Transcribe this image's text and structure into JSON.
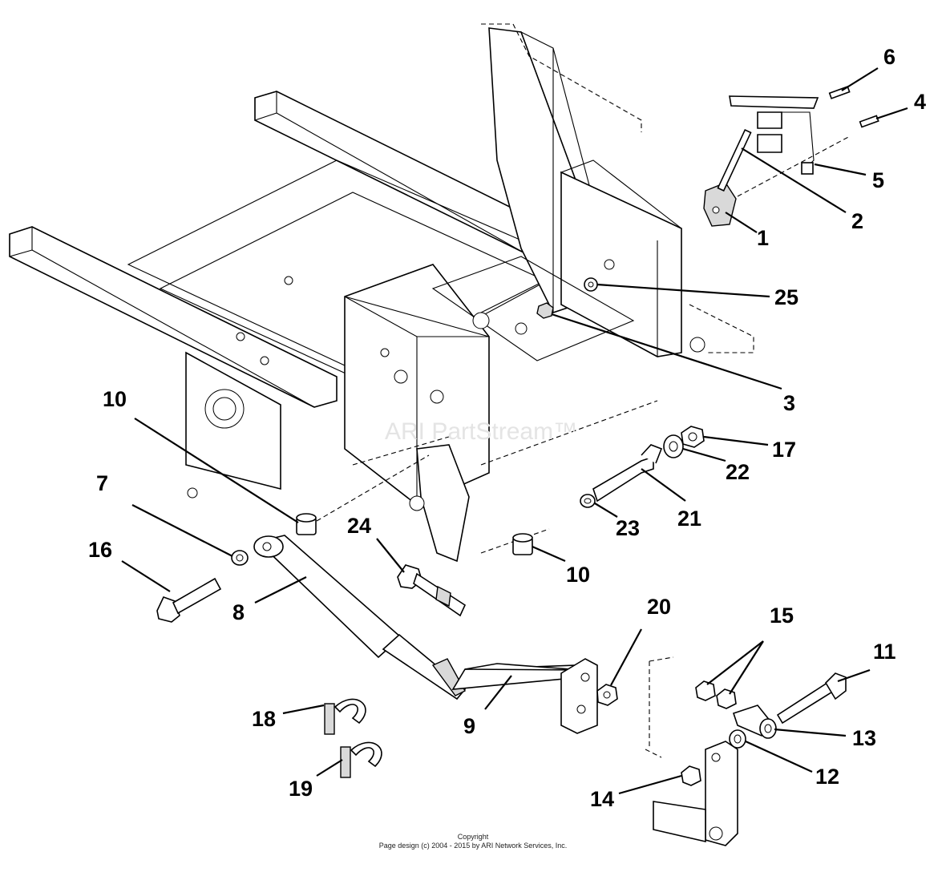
{
  "diagram": {
    "watermark": "ARI PartStream™",
    "copyright_line1": "Copyright",
    "copyright_line2": "Page design (c) 2004 - 2015 by ARI Network Services, Inc.",
    "callouts": [
      {
        "id": "6",
        "label": "6"
      },
      {
        "id": "4",
        "label": "4"
      },
      {
        "id": "5",
        "label": "5"
      },
      {
        "id": "2",
        "label": "2"
      },
      {
        "id": "1",
        "label": "1"
      },
      {
        "id": "25",
        "label": "25"
      },
      {
        "id": "3",
        "label": "3"
      },
      {
        "id": "17",
        "label": "17"
      },
      {
        "id": "22",
        "label": "22"
      },
      {
        "id": "21",
        "label": "21"
      },
      {
        "id": "23",
        "label": "23"
      },
      {
        "id": "10a",
        "label": "10"
      },
      {
        "id": "10b",
        "label": "10"
      },
      {
        "id": "7",
        "label": "7"
      },
      {
        "id": "16",
        "label": "16"
      },
      {
        "id": "24",
        "label": "24"
      },
      {
        "id": "8",
        "label": "8"
      },
      {
        "id": "20",
        "label": "20"
      },
      {
        "id": "15",
        "label": "15"
      },
      {
        "id": "11",
        "label": "11"
      },
      {
        "id": "9",
        "label": "9"
      },
      {
        "id": "13",
        "label": "13"
      },
      {
        "id": "18",
        "label": "18"
      },
      {
        "id": "12",
        "label": "12"
      },
      {
        "id": "19",
        "label": "19"
      },
      {
        "id": "14",
        "label": "14"
      }
    ]
  }
}
